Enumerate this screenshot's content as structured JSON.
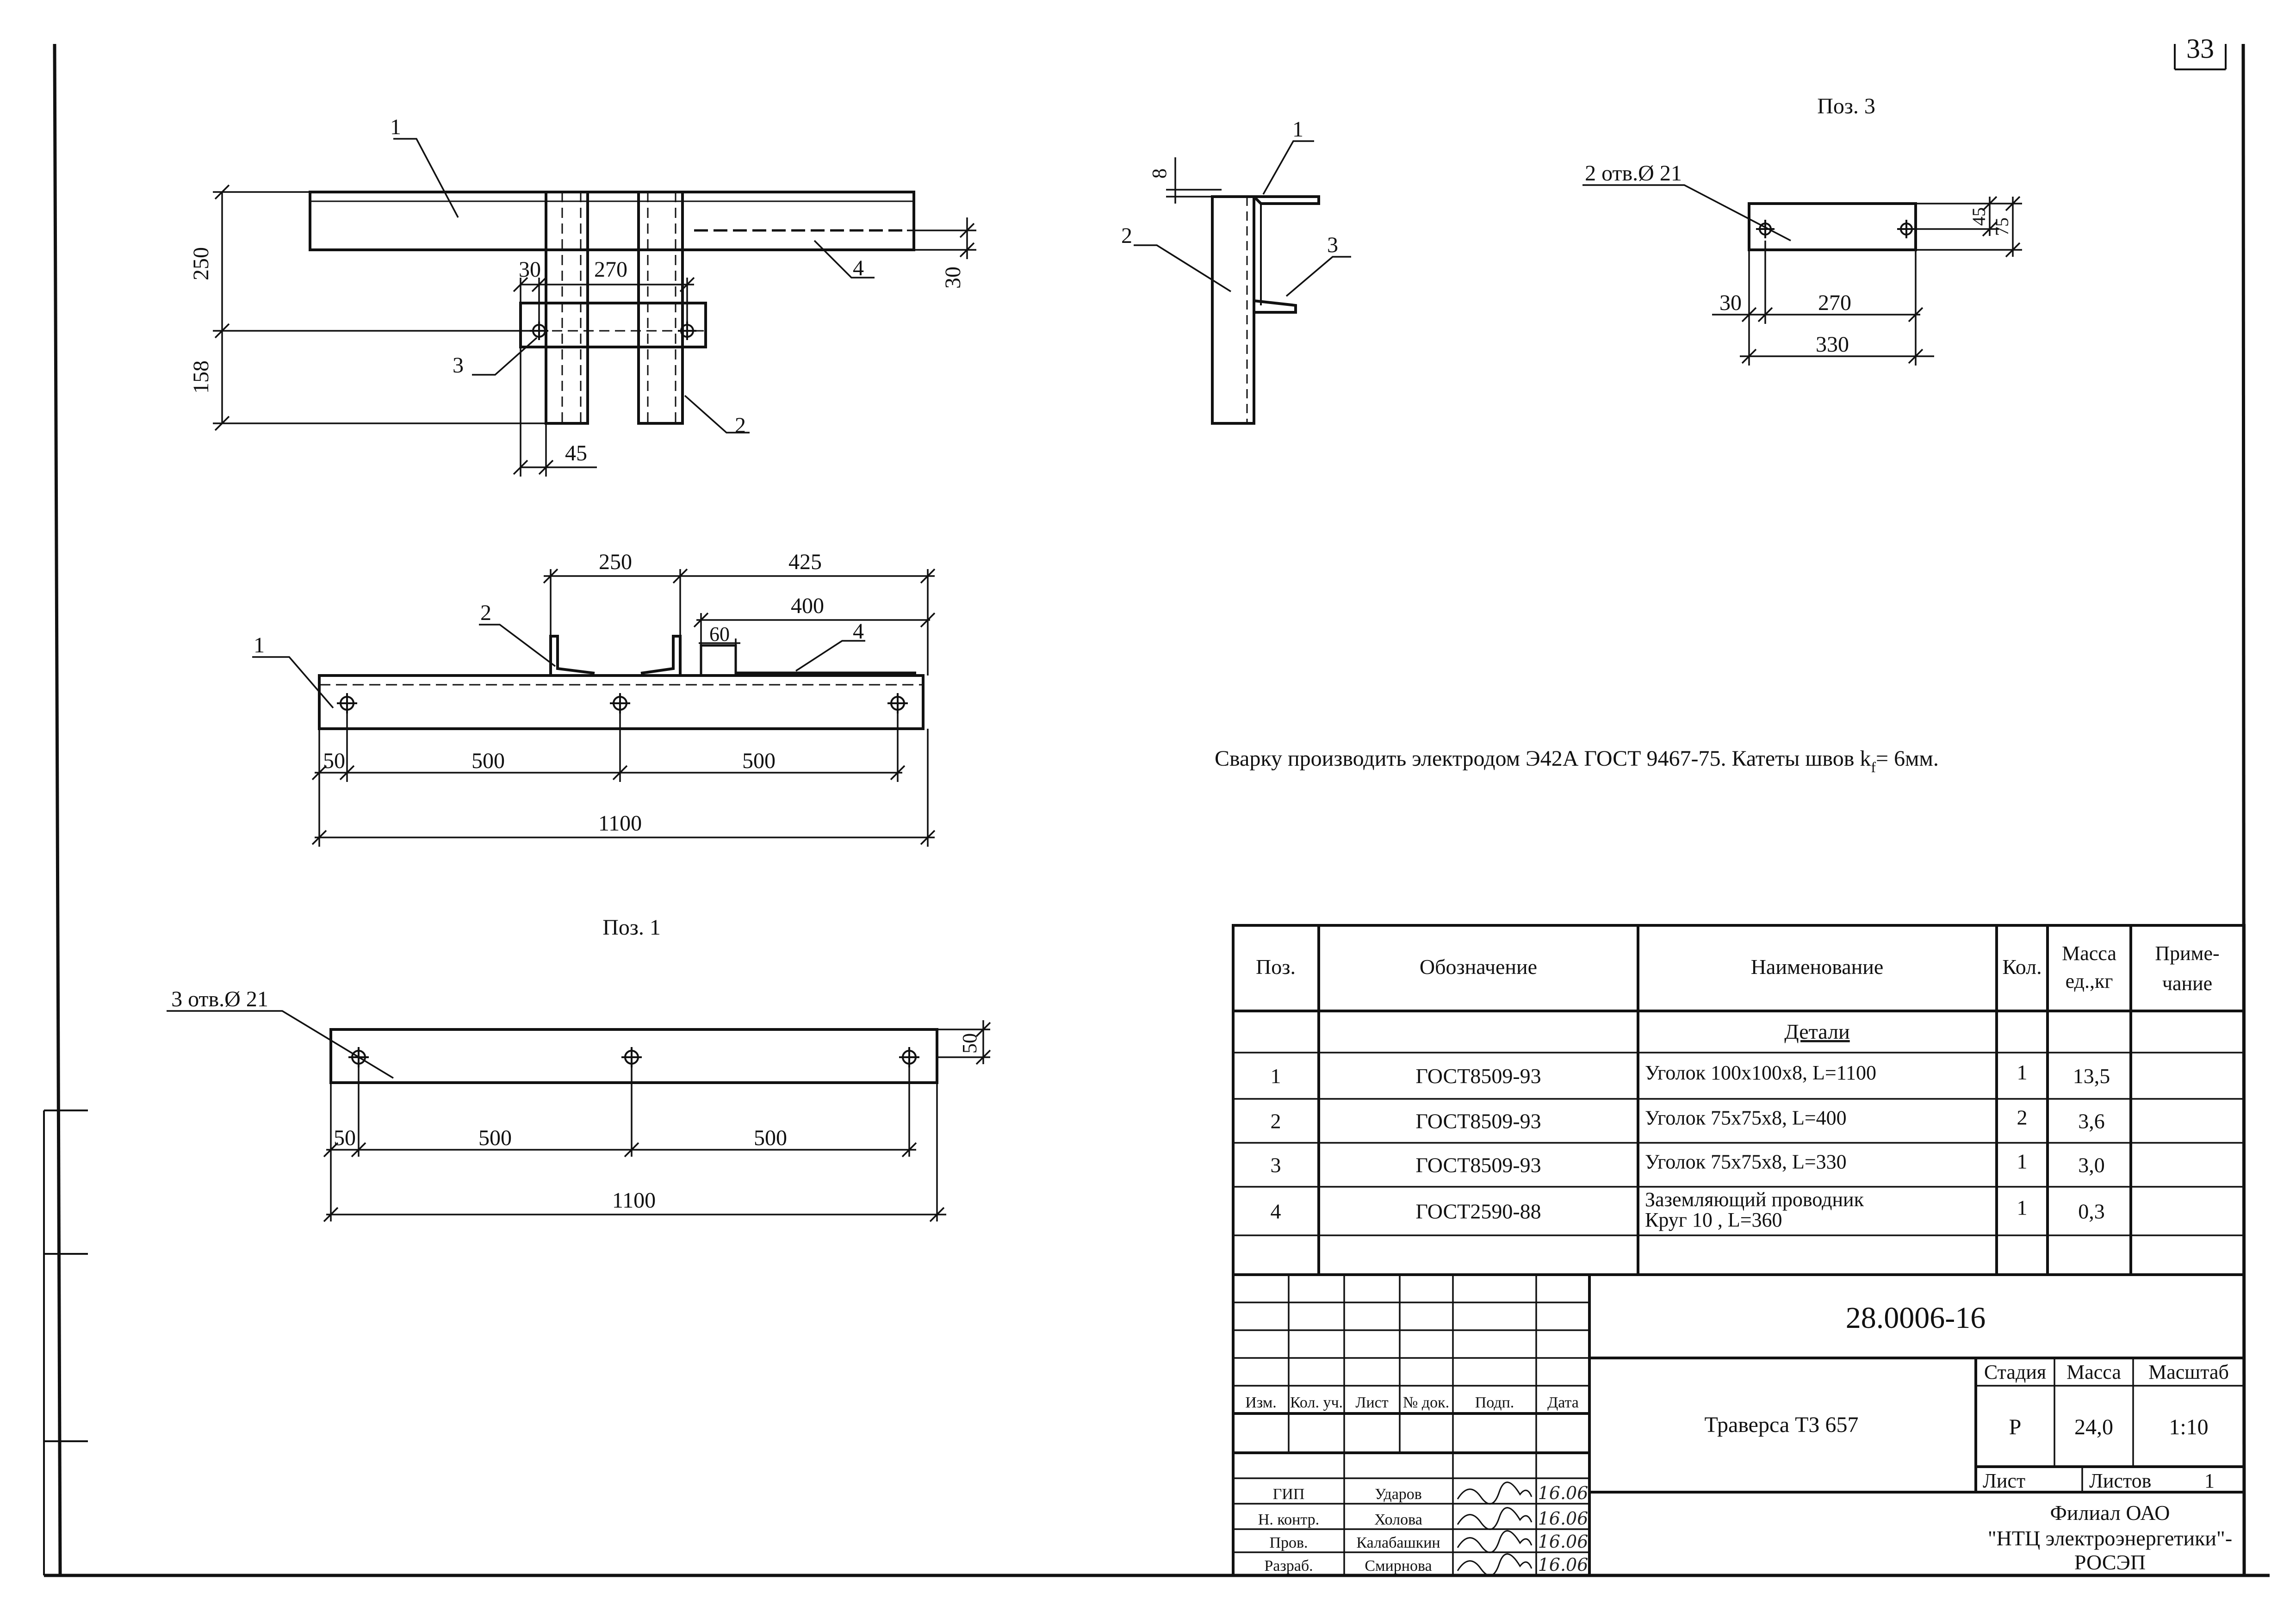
{
  "sheet_number": "33",
  "drawing_top": {
    "labels": {
      "p1": "1",
      "p2": "2",
      "p3": "3",
      "p4": "4"
    },
    "dims": {
      "d250": "250",
      "d158": "158",
      "d30a": "30",
      "d270": "270",
      "d45": "45",
      "d30b": "30"
    }
  },
  "drawing_section": {
    "labels": {
      "p1": "1",
      "p2": "2",
      "p3": "3"
    },
    "dims": {
      "d8": "8"
    }
  },
  "pos3": {
    "title": "Поз. 3",
    "holes": "2 отв.Ø 21",
    "dims": {
      "d45": "45",
      "d75": "75",
      "d30": "30",
      "d270": "270",
      "d330": "330"
    }
  },
  "drawing_front": {
    "labels": {
      "p1": "1",
      "p2": "2",
      "p4": "4"
    },
    "dims": {
      "d250": "250",
      "d425": "425",
      "d400": "400",
      "d60": "60",
      "d50": "50",
      "d500a": "500",
      "d500b": "500",
      "d1100": "1100"
    }
  },
  "pos1": {
    "title": "Поз. 1",
    "holes": "3 отв.Ø 21",
    "dims": {
      "d50v": "50",
      "d50": "50",
      "d500a": "500",
      "d500b": "500",
      "d1100": "1100"
    }
  },
  "welding_note": "Сварку производить электродом Э42А ГОСТ 9467-75.  Катеты швов k",
  "welding_note_sub": "f",
  "welding_note_end": "= 6мм.",
  "spec": {
    "headers": {
      "pos": "Поз.",
      "designation": "Обозначение",
      "name": "Наименование",
      "qty": "Кол.",
      "mass": [
        "Масса",
        "ед.,кг"
      ],
      "note": [
        "Приме-",
        "чание"
      ]
    },
    "section": "Детали",
    "rows": [
      {
        "pos": "1",
        "designation": "ГОСТ8509-93",
        "name": [
          "Уголок 100x100x8, L=1100"
        ],
        "qty": "1",
        "mass": "13,5"
      },
      {
        "pos": "2",
        "designation": "ГОСТ8509-93",
        "name": [
          "Уголок 75x75x8, L=400"
        ],
        "qty": "2",
        "mass": "3,6"
      },
      {
        "pos": "3",
        "designation": "ГОСТ8509-93",
        "name": [
          "Уголок 75x75x8, L=330"
        ],
        "qty": "1",
        "mass": "3,0"
      },
      {
        "pos": "4",
        "designation": "ГОСТ2590-88",
        "name": [
          "Заземляющий проводник",
          "Круг 10 , L=360"
        ],
        "qty": "1",
        "mass": "0,3"
      }
    ]
  },
  "title_block": {
    "doc_number": "28.0006-16",
    "col_headers": [
      "Изм.",
      "Кол. уч.",
      "Лист",
      "№ док.",
      "Подп.",
      "Дата"
    ],
    "roles": [
      {
        "role": "ГИП",
        "name": "Ударов",
        "date": "16.06"
      },
      {
        "role": "Н. контр.",
        "name": "Холова",
        "date": "16.06"
      },
      {
        "role": "Пров.",
        "name": "Калабашкин",
        "date": "16.06"
      },
      {
        "role": "Разраб.",
        "name": "Смирнова",
        "date": "16.06"
      }
    ],
    "product_name": "Траверса ТЗ 657",
    "stage_label": "Стадия",
    "mass_label": "Масса",
    "scale_label": "Масштаб",
    "stage": "Р",
    "mass": "24,0",
    "scale": "1:10",
    "sheet_label": "Лист",
    "sheets_label": "Листов",
    "sheets_count": "1",
    "org": [
      "Филиал ОАО",
      "\"НТЦ электроэнергетики\"-",
      "РОСЭП"
    ]
  }
}
